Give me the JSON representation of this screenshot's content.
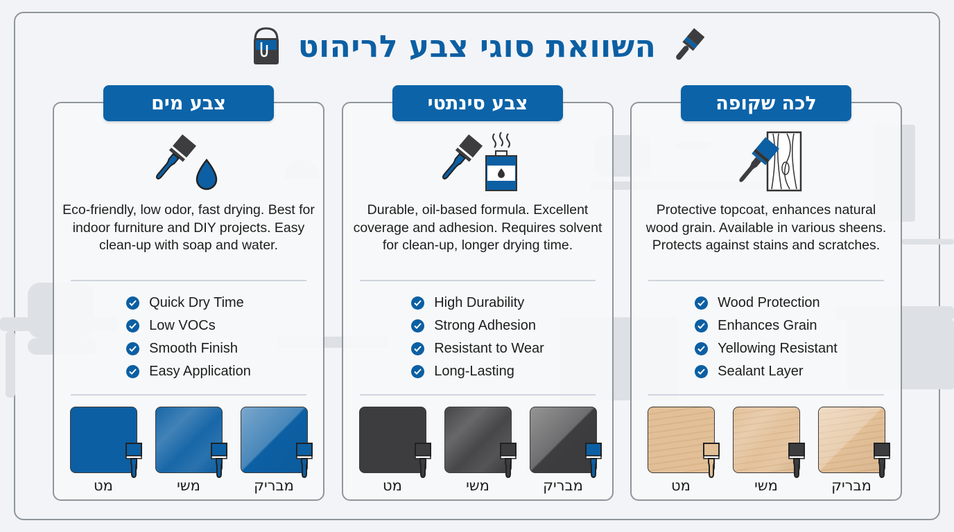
{
  "title": "השוואת סוגי צבע לריהוט",
  "colors": {
    "accent": "#0c5fa3",
    "header_bg": "#0c63a8",
    "frame_border": "#8f959c",
    "background": "#f1f3f6",
    "text": "#1d1d1d"
  },
  "icons": {
    "title_left": "paint-bucket-icon",
    "title_right": "paintbrush-icon",
    "check": "check-circle-icon"
  },
  "cards": [
    {
      "header": "צבע מים",
      "icon": "paintbrush-water-drop-icon",
      "description": "Eco-friendly, low odor, fast drying. Best for indoor furniture and DIY projects. Easy clean-up with soap and water.",
      "features": [
        "Quick Dry Time",
        "Low VOCs",
        "Smooth Finish",
        "Easy Application"
      ],
      "swatch_color": "#0c5fa3",
      "swatches": [
        {
          "label": "מט",
          "finish": "matte"
        },
        {
          "label": "משי",
          "finish": "satin"
        },
        {
          "label": "מבריק",
          "finish": "gloss"
        }
      ]
    },
    {
      "header": "צבע סינתטי",
      "icon": "paintbrush-oil-can-icon",
      "description": "Durable, oil-based formula. Excellent coverage and adhesion. Requires solvent for clean-up, longer drying time.",
      "features": [
        "High Durability",
        "Strong Adhesion",
        "Resistant to Wear",
        "Long-Lasting"
      ],
      "swatch_color": "#3d3d3f",
      "swatches": [
        {
          "label": "מט",
          "finish": "matte"
        },
        {
          "label": "משי",
          "finish": "satin"
        },
        {
          "label": "מבריק",
          "finish": "gloss"
        }
      ]
    },
    {
      "header": "לכה שקופה",
      "icon": "paintbrush-wood-grain-icon",
      "description": "Protective topcoat, enhances natural wood grain. Available in various sheens. Protects against stains and scratches.",
      "features": [
        "Wood Protection",
        "Enhances Grain",
        "Yellowing Resistant",
        "Sealant Layer"
      ],
      "swatch_color": "#e2bf97",
      "swatches": [
        {
          "label": "מט",
          "finish": "matte"
        },
        {
          "label": "משי",
          "finish": "satin"
        },
        {
          "label": "מבריק",
          "finish": "gloss"
        }
      ]
    }
  ]
}
